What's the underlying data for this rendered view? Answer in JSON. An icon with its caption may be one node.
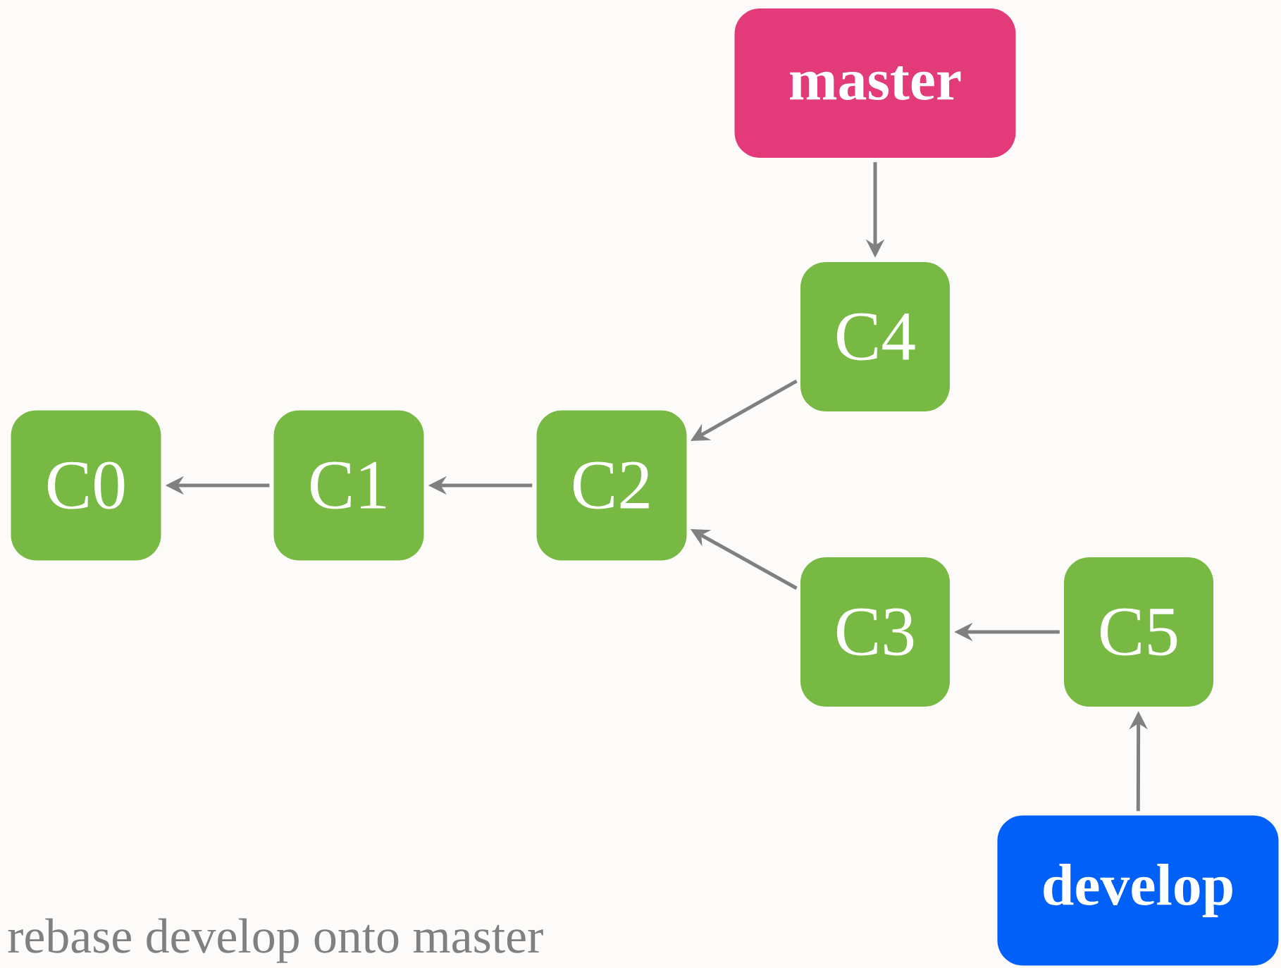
{
  "diagram": {
    "caption": "rebase develop onto master",
    "nodes": [
      {
        "text": [
          "master"
        ]
      },
      {
        "text": [
          "C4"
        ]
      },
      {
        "text": [
          "C0"
        ]
      },
      {
        "text": [
          "C1"
        ]
      },
      {
        "text": [
          "C2"
        ]
      },
      {
        "text": [
          "C3"
        ]
      },
      {
        "text": [
          "C5"
        ]
      },
      {
        "text": [
          "develop"
        ]
      }
    ],
    "edges": [
      {
        "from": 0,
        "to": 1,
        "arrow": "to"
      },
      {
        "from": 1,
        "to": 4,
        "arrow": "to"
      },
      {
        "from": 5,
        "to": 4,
        "arrow": "to"
      },
      {
        "from": 4,
        "to": 3,
        "arrow": "to"
      },
      {
        "from": 3,
        "to": 2,
        "arrow": "to"
      },
      {
        "from": 6,
        "to": 5,
        "arrow": "to"
      },
      {
        "from": 7,
        "to": 6,
        "arrow": "to"
      }
    ]
  }
}
